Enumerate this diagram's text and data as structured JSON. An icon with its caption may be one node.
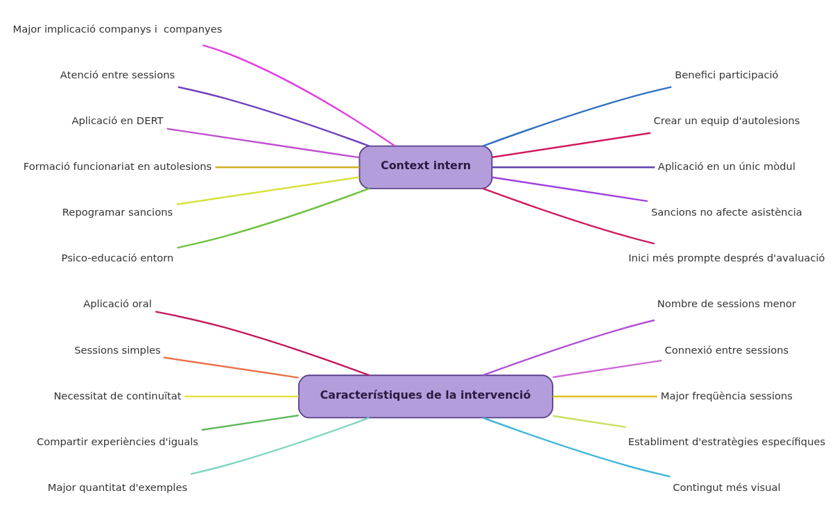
{
  "diagram": {
    "nodes": [
      {
        "text": [
          "Característiques de la intervenció"
        ]
      },
      {
        "text": [
          "Aplicació oral"
        ]
      },
      {
        "text": [
          "Sessions simples"
        ]
      },
      {
        "text": [
          "Necessitat de continuïtat"
        ]
      },
      {
        "text": [
          "Compartir experiències d'iguals"
        ]
      },
      {
        "text": [
          "Major quantitat d'exemples"
        ]
      },
      {
        "text": [
          "Nombre de sessions menor"
        ]
      },
      {
        "text": [
          "Connexió entre sessions"
        ]
      },
      {
        "text": [
          "Major freqüència sessions"
        ]
      },
      {
        "text": [
          "Establiment d'estratègies específiques"
        ]
      },
      {
        "text": [
          "Contingut més visual"
        ]
      },
      {
        "text": [
          "Context intern"
        ]
      },
      {
        "text": [
          "Major implicació companys i  companyes"
        ]
      },
      {
        "text": [
          "Atenció entre sessions"
        ]
      },
      {
        "text": [
          "Aplicació en DERT"
        ]
      },
      {
        "text": [
          "Formació funcionariat en autolesions"
        ]
      },
      {
        "text": [
          "Repogramar sancions"
        ]
      },
      {
        "text": [
          "Psico-educació entorn"
        ]
      },
      {
        "text": [
          "Benefici participació"
        ]
      },
      {
        "text": [
          "Crear un equip d'autolesions"
        ]
      },
      {
        "text": [
          "Aplicació en un únic mòdul"
        ]
      },
      {
        "text": [
          "Sancions no afecte asistència"
        ]
      },
      {
        "text": [
          "Inici més prompte després d'avaluació"
        ]
      }
    ],
    "edges": [
      {
        "from": 1,
        "to": 0,
        "arrow": "none",
        "color": "#c2185b"
      },
      {
        "from": 2,
        "to": 0,
        "arrow": "none",
        "color": "#e8734a"
      },
      {
        "from": 3,
        "to": 0,
        "arrow": "none",
        "color": "#e8e04a"
      },
      {
        "from": 4,
        "to": 0,
        "arrow": "none",
        "color": "#5cb85c"
      },
      {
        "from": 5,
        "to": 0,
        "arrow": "none",
        "color": "#7fd6c2"
      },
      {
        "from": 0,
        "to": 6,
        "arrow": "none",
        "color": "#b04fd8"
      },
      {
        "from": 0,
        "to": 7,
        "arrow": "none",
        "color": "#d06ad8"
      },
      {
        "from": 0,
        "to": 8,
        "arrow": "none",
        "color": "#e0c020"
      },
      {
        "from": 0,
        "to": 9,
        "arrow": "none",
        "color": "#c8e060"
      },
      {
        "from": 0,
        "to": 10,
        "arrow": "none",
        "color": "#40b8d8"
      },
      {
        "from": 12,
        "to": 11,
        "arrow": "none",
        "color": "#e040e0"
      },
      {
        "from": 13,
        "to": 11,
        "arrow": "none",
        "color": "#7040c0"
      },
      {
        "from": 14,
        "to": 11,
        "arrow": "none",
        "color": "#c050d0"
      },
      {
        "from": 15,
        "to": 11,
        "arrow": "none",
        "color": "#d0b020"
      },
      {
        "from": 16,
        "to": 11,
        "arrow": "none",
        "color": "#d8e040"
      },
      {
        "from": 17,
        "to": 11,
        "arrow": "none",
        "color": "#70c040"
      },
      {
        "from": 11,
        "to": 18,
        "arrow": "none",
        "color": "#3070c0"
      },
      {
        "from": 11,
        "to": 19,
        "arrow": "none",
        "color": "#d01860"
      },
      {
        "from": 11,
        "to": 20,
        "arrow": "none",
        "color": "#6040b0"
      },
      {
        "from": 11,
        "to": 21,
        "arrow": "none",
        "color": "#a040e0"
      },
      {
        "from": 11,
        "to": 22,
        "arrow": "none",
        "color": "#d01860"
      }
    ]
  }
}
